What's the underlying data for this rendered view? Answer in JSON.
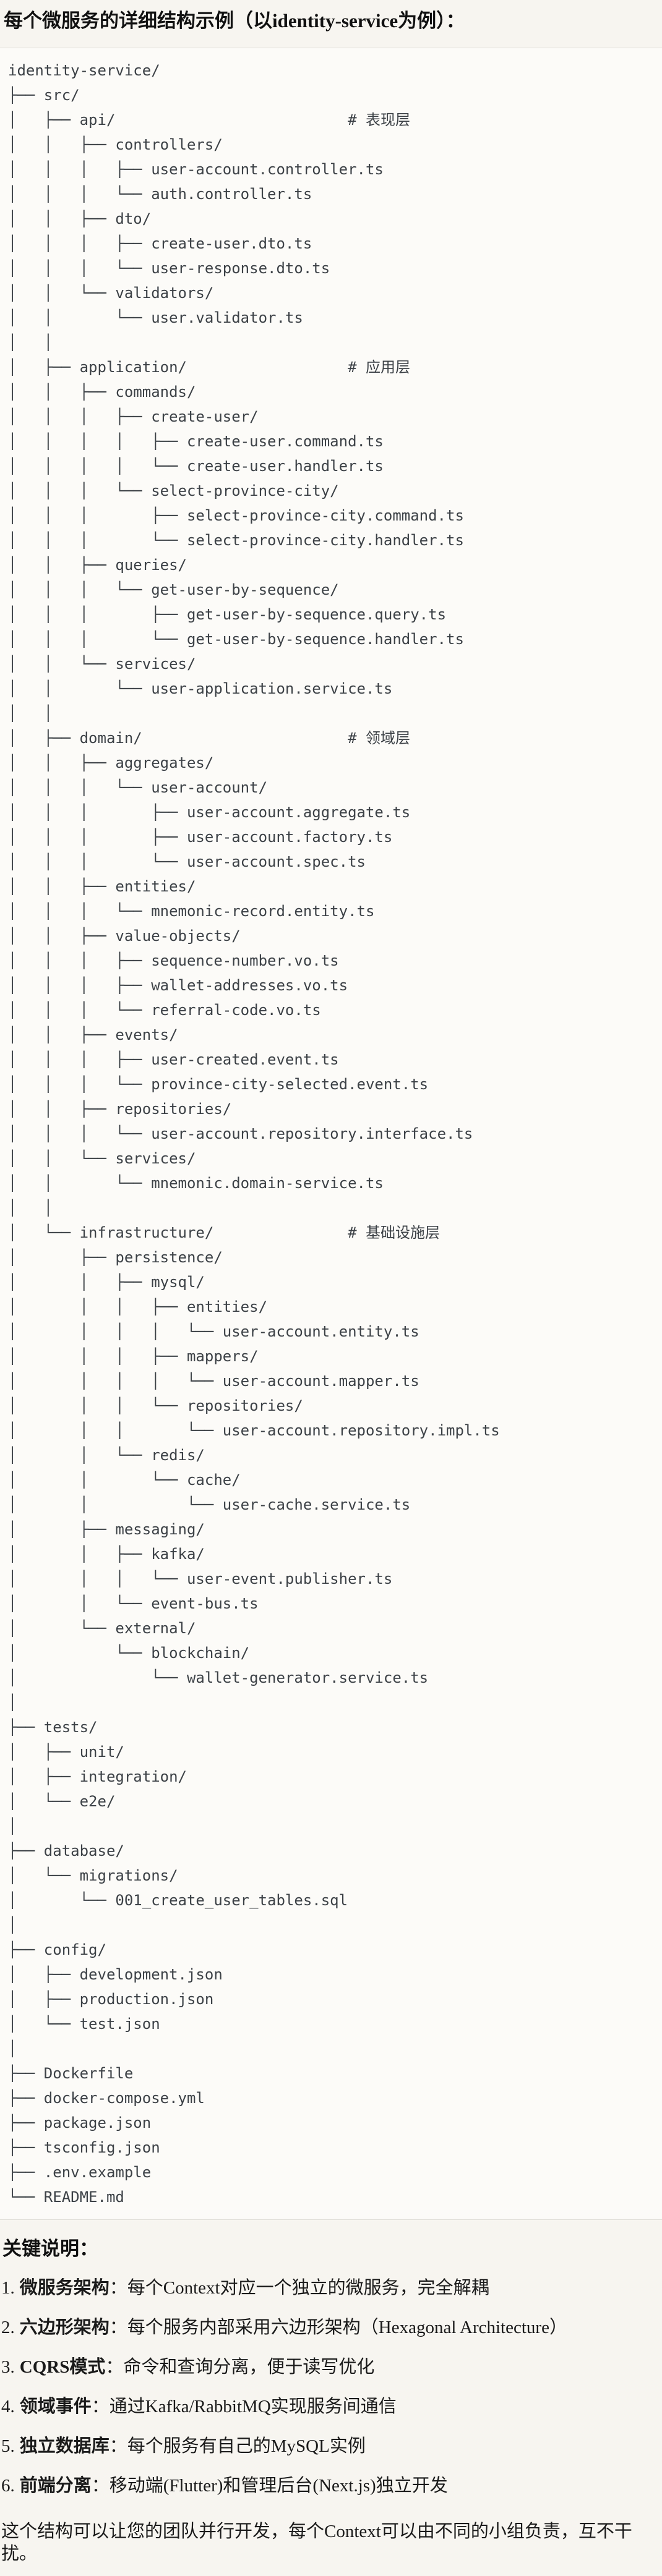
{
  "page": {
    "title": "每个微服务的详细结构示例（以identity-service为例）："
  },
  "tree": {
    "lines": [
      "identity-service/",
      "├── src/",
      "│   ├── api/                          # 表现层",
      "│   │   ├── controllers/",
      "│   │   │   ├── user-account.controller.ts",
      "│   │   │   └── auth.controller.ts",
      "│   │   ├── dto/",
      "│   │   │   ├── create-user.dto.ts",
      "│   │   │   └── user-response.dto.ts",
      "│   │   └── validators/",
      "│   │       └── user.validator.ts",
      "│   │",
      "│   ├── application/                  # 应用层",
      "│   │   ├── commands/",
      "│   │   │   ├── create-user/",
      "│   │   │   │   ├── create-user.command.ts",
      "│   │   │   │   └── create-user.handler.ts",
      "│   │   │   └── select-province-city/",
      "│   │   │       ├── select-province-city.command.ts",
      "│   │   │       └── select-province-city.handler.ts",
      "│   │   ├── queries/",
      "│   │   │   └── get-user-by-sequence/",
      "│   │   │       ├── get-user-by-sequence.query.ts",
      "│   │   │       └── get-user-by-sequence.handler.ts",
      "│   │   └── services/",
      "│   │       └── user-application.service.ts",
      "│   │",
      "│   ├── domain/                       # 领域层",
      "│   │   ├── aggregates/",
      "│   │   │   └── user-account/",
      "│   │   │       ├── user-account.aggregate.ts",
      "│   │   │       ├── user-account.factory.ts",
      "│   │   │       └── user-account.spec.ts",
      "│   │   ├── entities/",
      "│   │   │   └── mnemonic-record.entity.ts",
      "│   │   ├── value-objects/",
      "│   │   │   ├── sequence-number.vo.ts",
      "│   │   │   ├── wallet-addresses.vo.ts",
      "│   │   │   └── referral-code.vo.ts",
      "│   │   ├── events/",
      "│   │   │   ├── user-created.event.ts",
      "│   │   │   └── province-city-selected.event.ts",
      "│   │   ├── repositories/",
      "│   │   │   └── user-account.repository.interface.ts",
      "│   │   └── services/",
      "│   │       └── mnemonic.domain-service.ts",
      "│   │",
      "│   └── infrastructure/               # 基础设施层",
      "│       ├── persistence/",
      "│       │   ├── mysql/",
      "│       │   │   ├── entities/",
      "│       │   │   │   └── user-account.entity.ts",
      "│       │   │   ├── mappers/",
      "│       │   │   │   └── user-account.mapper.ts",
      "│       │   │   └── repositories/",
      "│       │   │       └── user-account.repository.impl.ts",
      "│       │   └── redis/",
      "│       │       └── cache/",
      "│       │           └── user-cache.service.ts",
      "│       ├── messaging/",
      "│       │   ├── kafka/",
      "│       │   │   └── user-event.publisher.ts",
      "│       │   └── event-bus.ts",
      "│       └── external/",
      "│           └── blockchain/",
      "│               └── wallet-generator.service.ts",
      "│",
      "├── tests/",
      "│   ├── unit/",
      "│   ├── integration/",
      "│   └── e2e/",
      "│",
      "├── database/",
      "│   └── migrations/",
      "│       └── 001_create_user_tables.sql",
      "│",
      "├── config/",
      "│   ├── development.json",
      "│   ├── production.json",
      "│   └── test.json",
      "│",
      "├── Dockerfile",
      "├── docker-compose.yml",
      "├── package.json",
      "├── tsconfig.json",
      "├── .env.example",
      "└── README.md"
    ]
  },
  "notes": {
    "heading": "关键说明：",
    "items": [
      {
        "num": "1.",
        "label": "微服务架构",
        "text": "：每个Context对应一个独立的微服务，完全解耦"
      },
      {
        "num": "2.",
        "label": "六边形架构",
        "text": "：每个服务内部采用六边形架构（Hexagonal Architecture）"
      },
      {
        "num": "3.",
        "label": "CQRS模式",
        "text": "：命令和查询分离，便于读写优化"
      },
      {
        "num": "4.",
        "label": "领域事件",
        "text": "：通过Kafka/RabbitMQ实现服务间通信"
      },
      {
        "num": "5.",
        "label": "独立数据库",
        "text": "：每个服务有自己的MySQL实例"
      },
      {
        "num": "6.",
        "label": "前端分离",
        "text": "：移动端(Flutter)和管理后台(Next.js)独立开发"
      }
    ],
    "footer": "这个结构可以让您的团队并行开发，每个Context可以由不同的小组负责，互不干扰。"
  },
  "colors": {
    "page_background": "#f7f5f0",
    "code_background": "#fcfbf8",
    "code_border": "#e1dfd8",
    "code_text": "#3c4146",
    "body_text": "#1a1a1a"
  }
}
